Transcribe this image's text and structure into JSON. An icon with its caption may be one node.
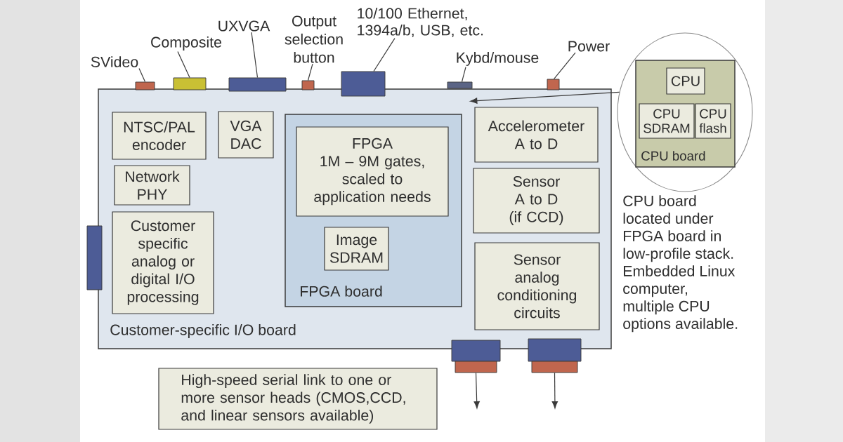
{
  "diagram": {
    "nodes": [
      {
        "text": [
          "SVideo"
        ]
      },
      {
        "text": [
          "Composite"
        ]
      },
      {
        "text": [
          "UXVGA"
        ]
      },
      {
        "text": [
          "Output selection button"
        ]
      },
      {
        "text": [
          "10/100 Ethernet, 1394a/b, USB, etc."
        ]
      },
      {
        "text": [
          "Kybd/mouse"
        ]
      },
      {
        "text": [
          "Power"
        ]
      },
      {
        "text": [],
        "shape": "box"
      },
      {
        "text": [],
        "shape": "box"
      },
      {
        "text": [],
        "shape": "box"
      },
      {
        "text": [],
        "shape": "box"
      },
      {
        "text": [],
        "shape": "box"
      },
      {
        "text": [],
        "shape": "box"
      },
      {
        "text": [],
        "shape": "box"
      },
      {
        "text": [],
        "shape": "circle",
        "beside": [
          "CPU board located under FPGA board in low-profile stack. Embedded Linux computer, multiple CPU options available."
        ]
      },
      {
        "text": [
          "CPU board"
        ],
        "in": 14
      },
      {
        "text": [
          "CPU"
        ],
        "in": 15
      },
      {
        "text": [
          "CPU SDRAM"
        ],
        "in": 15
      },
      {
        "text": [
          "CPU flash"
        ],
        "in": 15
      },
      {
        "text": [
          "Customer-specific I/O board"
        ]
      },
      {
        "text": [
          "NTSC/PAL encoder"
        ],
        "in": 19
      },
      {
        "text": [
          "VGA DAC"
        ],
        "in": 19
      },
      {
        "text": [
          "FPGA board"
        ],
        "in": 19
      },
      {
        "text": [
          "FPGA",
          "1M – 9M gates, scaled to application needs"
        ],
        "in": 22
      },
      {
        "text": [
          "Image SDRAM"
        ],
        "in": 22
      },
      {
        "text": [
          "Accelerometer A to D"
        ],
        "in": 19
      },
      {
        "text": [
          "Sensor A to D (if CCD)"
        ],
        "in": 19
      },
      {
        "text": [
          "Network PHY"
        ],
        "in": 19
      },
      {
        "text": [
          "Customer specific analog or digital I/O processing"
        ],
        "in": 19
      },
      {
        "text": [
          "Sensor analog conditioning circuits"
        ],
        "in": 19
      },
      {
        "text": [],
        "shape": "box"
      },
      {
        "text": [],
        "shape": "box"
      },
      {
        "text": [],
        "shape": "box"
      },
      {
        "text": [],
        "shape": "box"
      },
      {
        "text": [],
        "shape": "box"
      },
      {
        "text": [
          "High-speed serial link to one or more sensor heads (CMOS,CCD, and linear sensors available)"
        ]
      }
    ],
    "edges": [
      {
        "from": 0,
        "to": 7,
        "arrow": "none"
      },
      {
        "from": 1,
        "to": 8,
        "arrow": "none"
      },
      {
        "from": 2,
        "to": 9,
        "arrow": "none"
      },
      {
        "from": 3,
        "to": 10,
        "arrow": "none"
      },
      {
        "from": 4,
        "to": 11,
        "arrow": "none"
      },
      {
        "from": 5,
        "to": 12,
        "arrow": "none"
      },
      {
        "from": 6,
        "to": 13,
        "arrow": "none"
      },
      {
        "from": 14,
        "to": 25,
        "arrow": "to"
      },
      {
        "from": 32,
        "to": null,
        "arrow": "to"
      },
      {
        "from": 34,
        "to": null,
        "arrow": "to"
      }
    ]
  }
}
